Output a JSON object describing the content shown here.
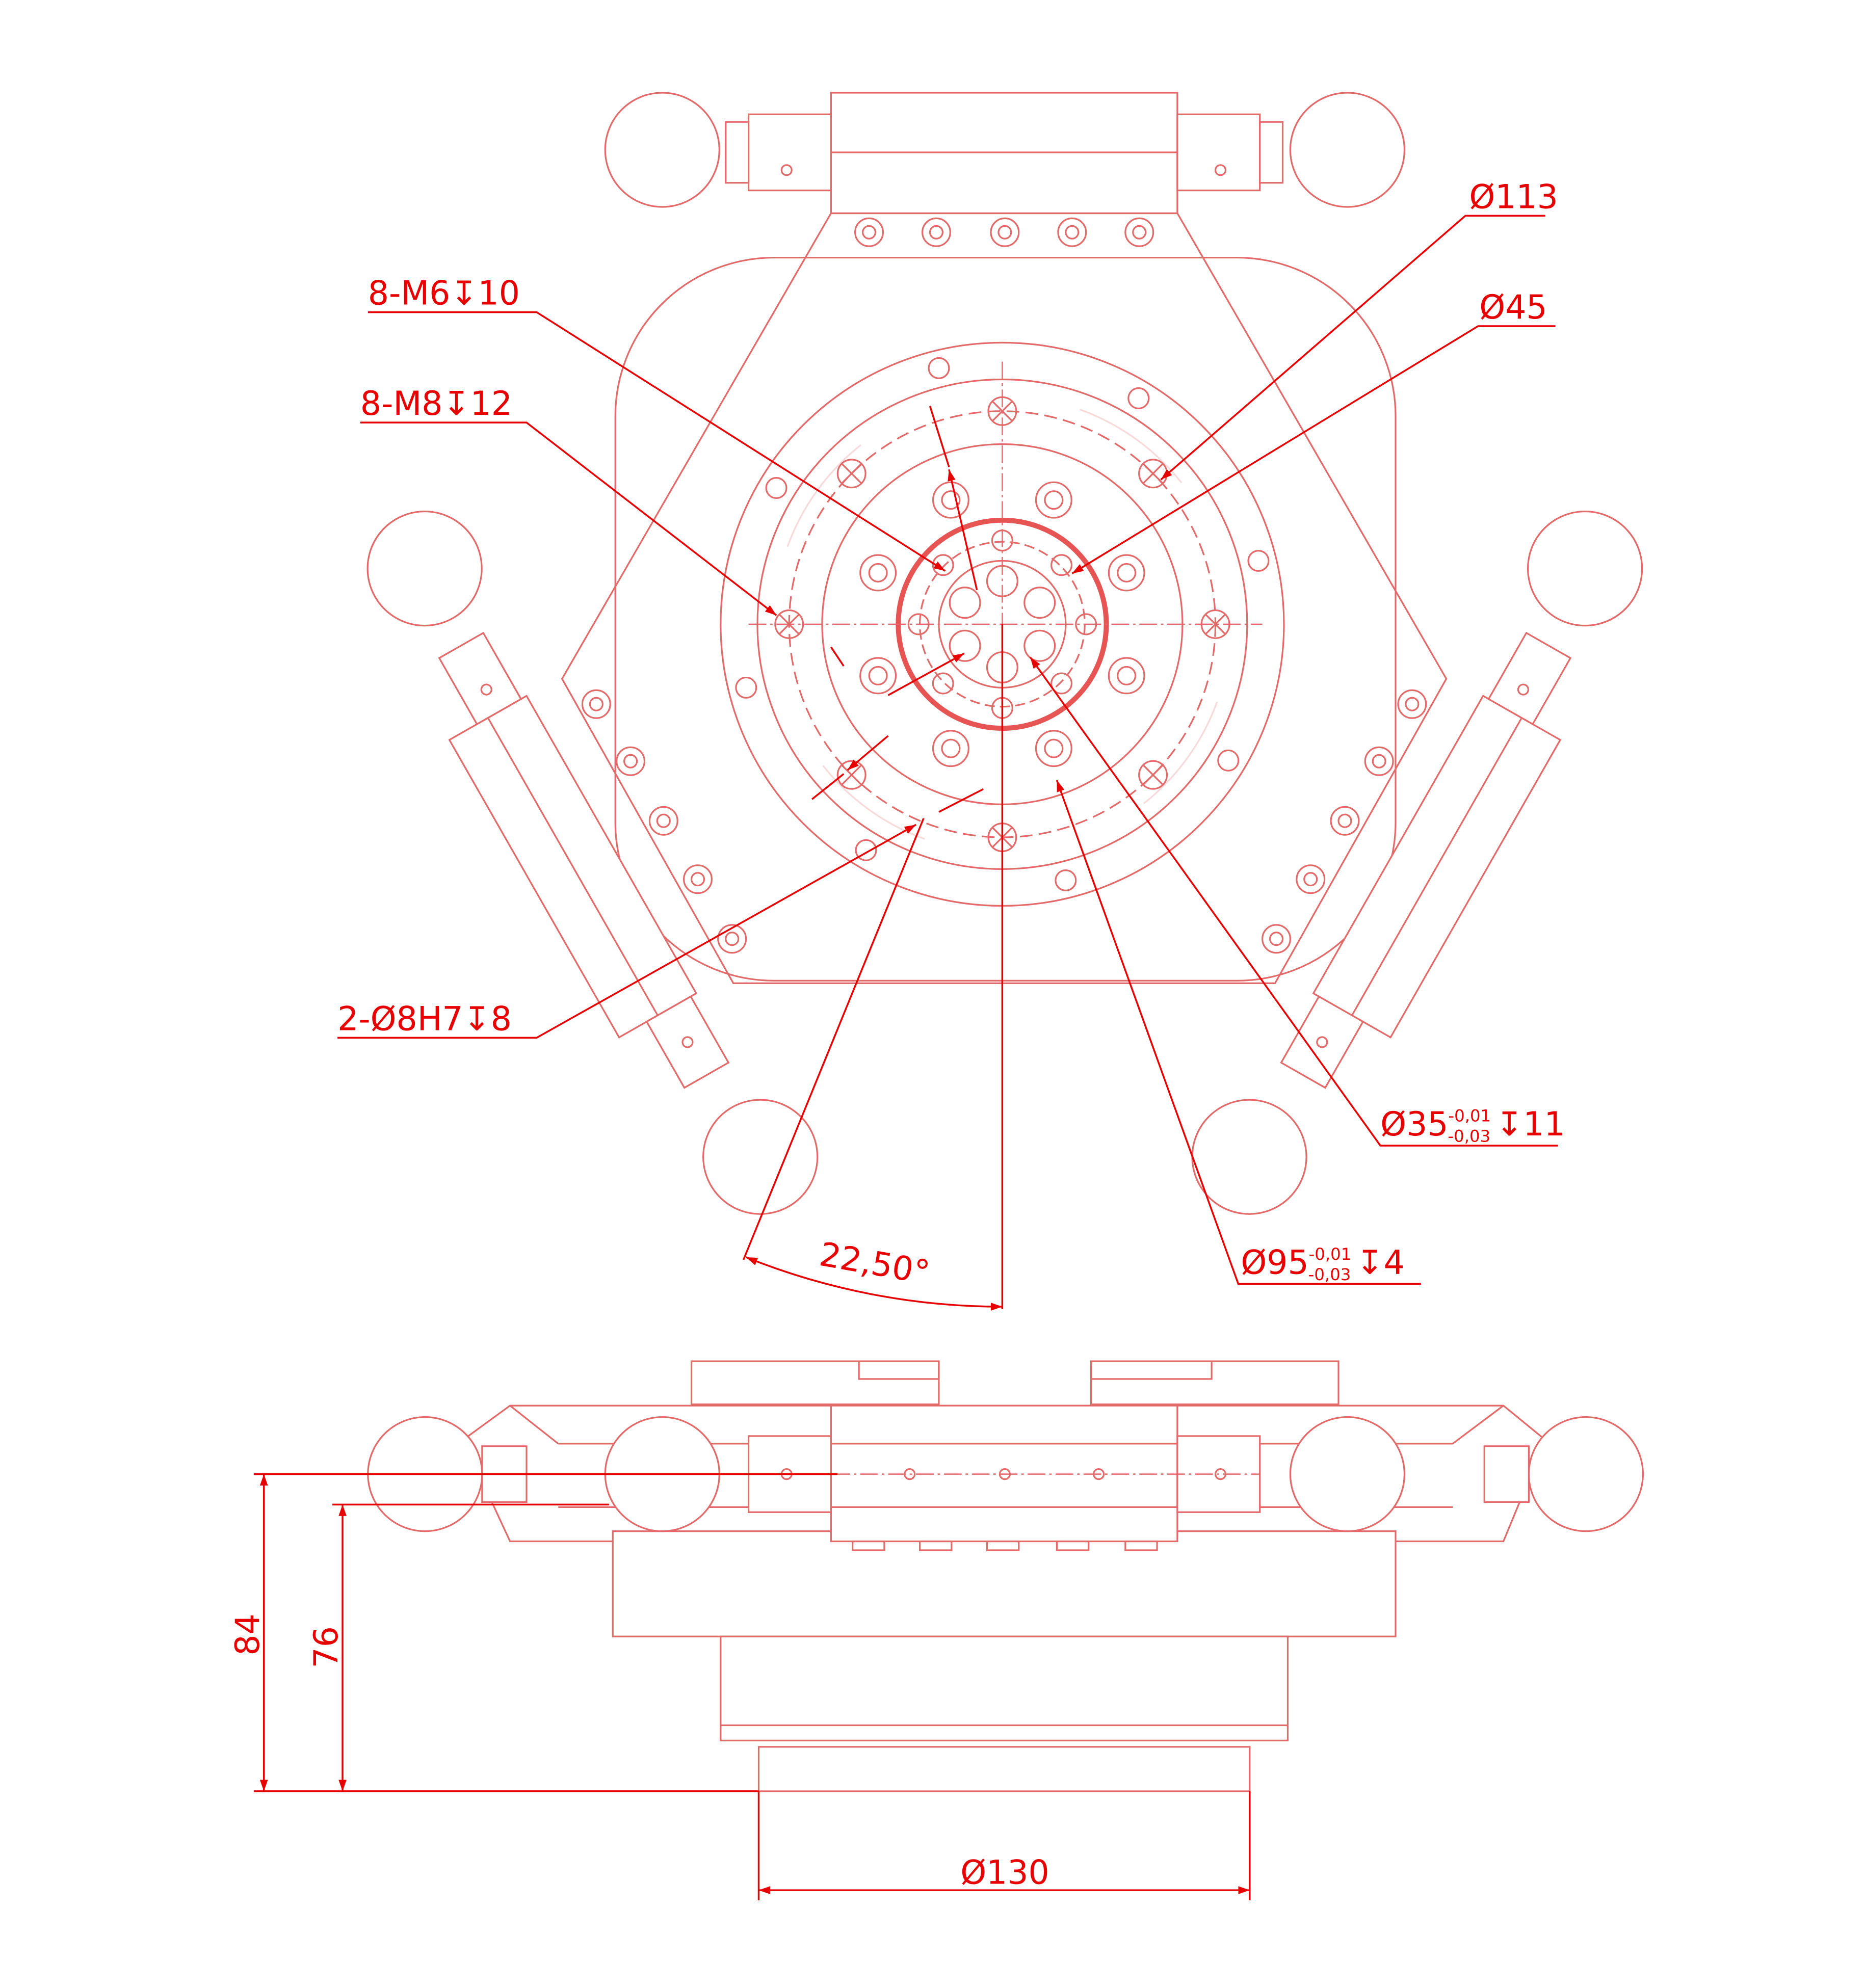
{
  "drawing": {
    "colors": {
      "dimension": "#e80000",
      "part": "#e46a6a"
    },
    "top_view": {
      "callouts": {
        "d113": "Ø113",
        "d45": "Ø45",
        "m6": "8-M6↧10",
        "m8": "8-M8↧12",
        "pin": "2-Ø8H7↧8",
        "d35": {
          "main": "Ø35",
          "upper": "-0,01",
          "lower": "-0,03",
          "suffix": "↧11"
        },
        "d95": {
          "main": "Ø95",
          "upper": "-0,01",
          "lower": "-0,03",
          "suffix": "↧4"
        },
        "angle": "22,50°"
      }
    },
    "side_view": {
      "dims": {
        "h84": "84",
        "h76": "76",
        "d130": "Ø130"
      }
    }
  }
}
